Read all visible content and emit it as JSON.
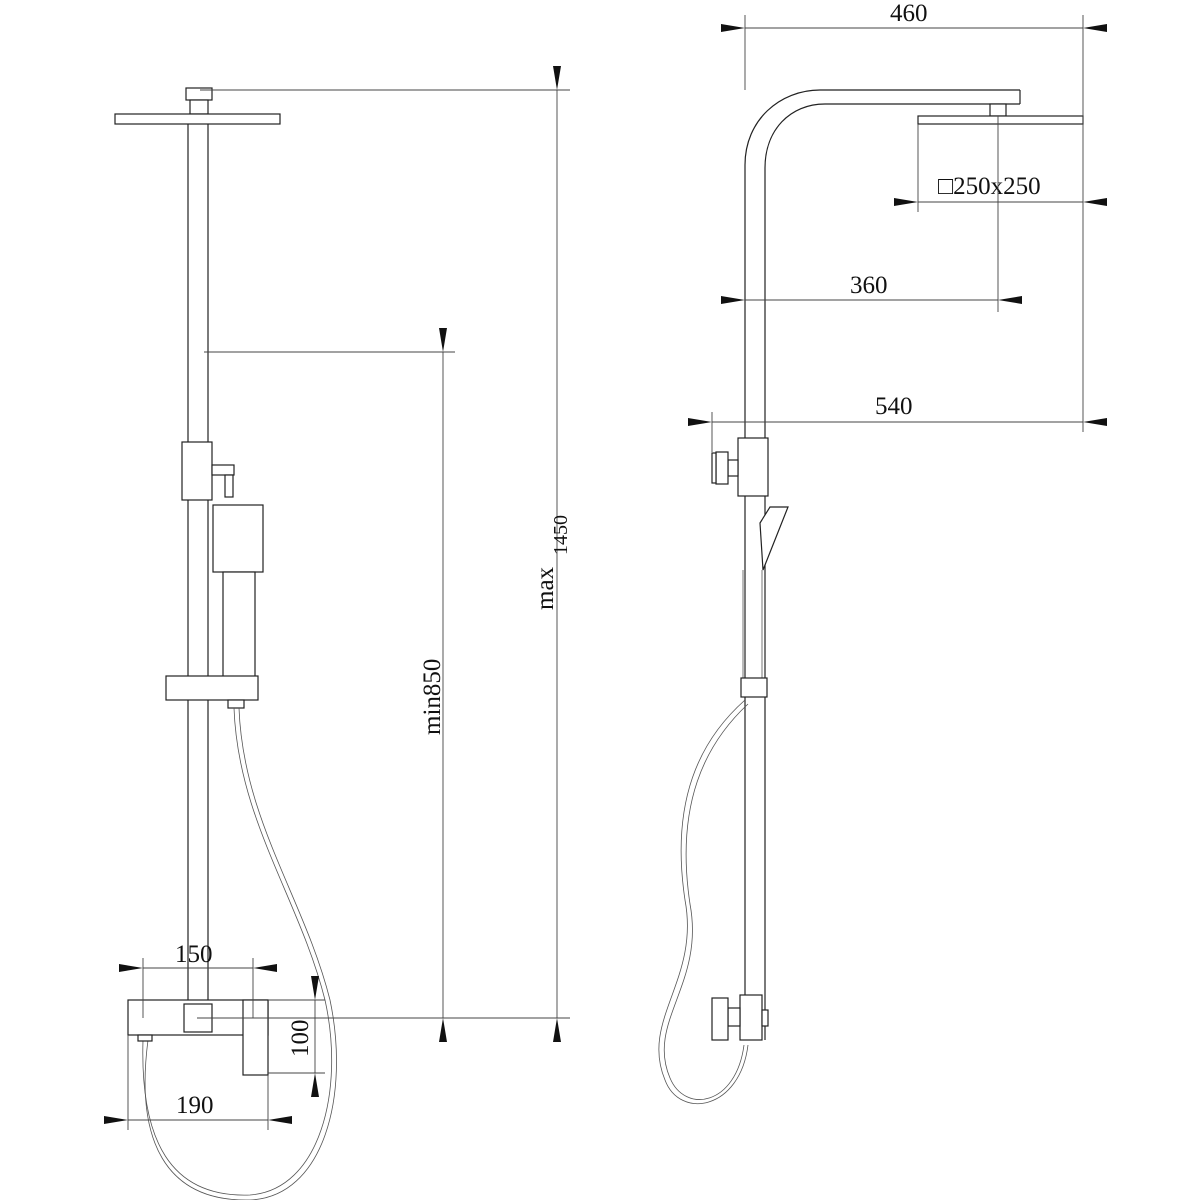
{
  "front_view": {
    "max_height_label": "max",
    "max_height_value": "1450",
    "min_height_label": "min850",
    "mixer_spacing": "150",
    "mixer_height": "100",
    "mixer_width": "190"
  },
  "side_view": {
    "total_projection": "460",
    "head_size": "□250x250",
    "arm_reach": "360",
    "overall_depth": "540"
  },
  "colors": {
    "line": "#222222",
    "background": "#ffffff"
  }
}
